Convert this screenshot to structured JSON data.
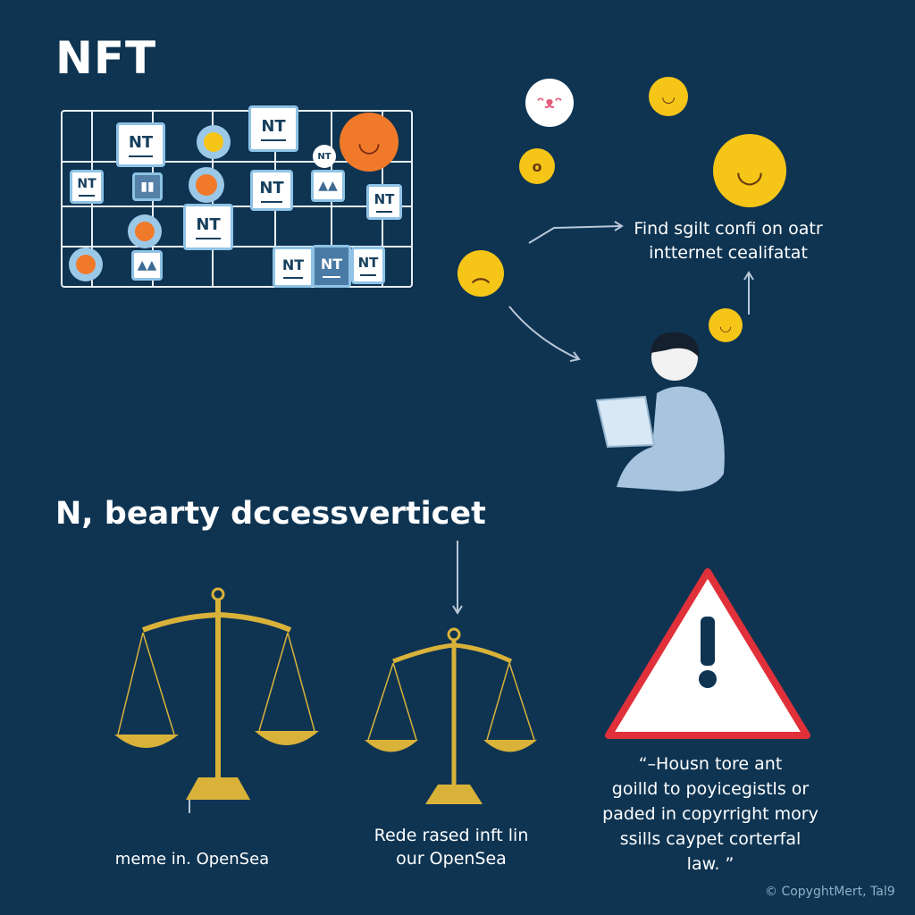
{
  "title": "NFT",
  "grid_tiles": {
    "nt_label": "NT"
  },
  "right_text": {
    "line1": "Find sgilt confi on oatr",
    "line2": "intternet cealifatat"
  },
  "heading": "N, bearty dccessverticet",
  "scale_left_caption": "meme in. OpenSea",
  "scale_right_caption": {
    "line1": "Rede rased inft lin",
    "line2": "our OpenSea"
  },
  "warning_quote": {
    "line1": "“–Housn tore ant",
    "line2": "goilld to poyicegistls or",
    "line3": "paded in copyrright mory",
    "line4": "ssills caypet corterfal",
    "line5": "law. ”"
  },
  "copyright": "© CopyghtMert, Tal9",
  "colors": {
    "background": "#0e3452",
    "gold": "#d9b23a",
    "warning_red": "#e0303a",
    "emoji_orange": "#f07a2a",
    "emoji_yellow": "#f5c518"
  }
}
